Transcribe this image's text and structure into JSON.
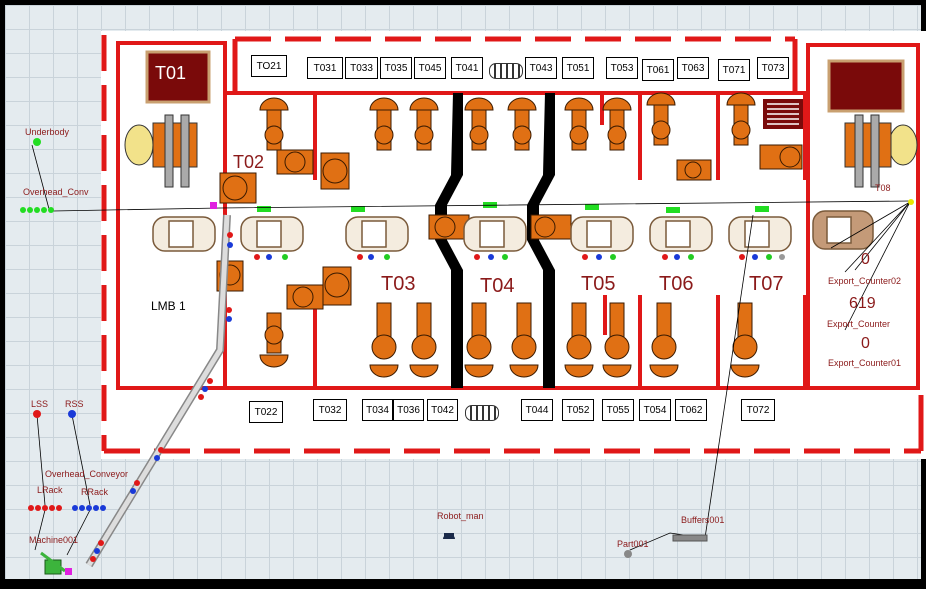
{
  "stations": {
    "t01": "T01",
    "t02": "T02",
    "t03": "T03",
    "t04": "T04",
    "t05": "T05",
    "t06": "T06",
    "t07": "T07",
    "t08": "T08",
    "lmb1": "LMB 1"
  },
  "top_boxes": [
    "TO21",
    "T031",
    "T033",
    "T035",
    "T045",
    "T041",
    "T043",
    "T051",
    "T053",
    "T061",
    "T063",
    "T071",
    "T073"
  ],
  "bottom_boxes": [
    "T022",
    "T032",
    "T034",
    "T036",
    "T042",
    "T044",
    "T052",
    "T055",
    "T054",
    "T062",
    "T072"
  ],
  "objects": {
    "underbody": "Underbody",
    "overhead_conv": "Overhead_Conv",
    "lss": "LSS",
    "rss": "RSS",
    "overhead_conveyor": "Overhead_Conveyor",
    "lrack": "LRack",
    "rrack": "RRack",
    "machine001": "Machine001",
    "robot_man": "Robot_man",
    "buffers001": "Buffers001",
    "part001": "Part001"
  },
  "counters": {
    "export_counter02_value": "0",
    "export_counter02_label": "Export_Counter02",
    "export_counter_value": "619",
    "export_counter_label": "Export_Counter",
    "export_counter01_value": "0",
    "export_counter01_label": "Export_Counter01"
  },
  "colors": {
    "wall_red": "#e01818",
    "robot_orange": "#e07014",
    "dark_red": "#7a0a0a",
    "label_red": "#8b1a1a"
  }
}
